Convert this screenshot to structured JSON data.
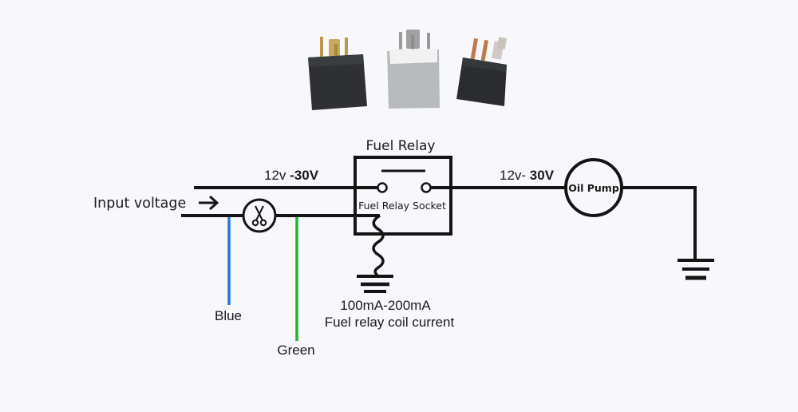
{
  "photos": [
    {
      "name": "relay-black-brass-pins",
      "body_color": "#2e3033",
      "pin_color": "#b89a4a"
    },
    {
      "name": "relay-gray",
      "body_color": "#b8bbbd",
      "pin_color": "#9a9a9a"
    },
    {
      "name": "relay-black-copper-pins",
      "body_color": "#2a2c2f",
      "pin_color": "#c07a50"
    }
  ],
  "labels": {
    "fuel_relay_title": "Fuel Relay",
    "socket_label": "Fuel Relay Socket",
    "input_voltage": "Input voltage",
    "input_arrow": "→",
    "voltage_left_normal": "12v ",
    "voltage_left_bold": "-30V",
    "voltage_right_normal": "12v- ",
    "voltage_right_bold": "30V",
    "oil_pump": "Oil Pump",
    "blue_wire": "Blue",
    "green_wire": "Green",
    "coil_current_range": "100mA-200mA",
    "coil_current_desc": "Fuel relay coil current"
  },
  "colors": {
    "wire": "#141414",
    "blue_wire": "#1e7be6",
    "green_wire": "#1fb52a",
    "background": "#f8f8fc"
  },
  "icons": {
    "cut_point": "scissors-icon",
    "ground_relay": "ground-icon",
    "ground_pump": "ground-icon"
  }
}
